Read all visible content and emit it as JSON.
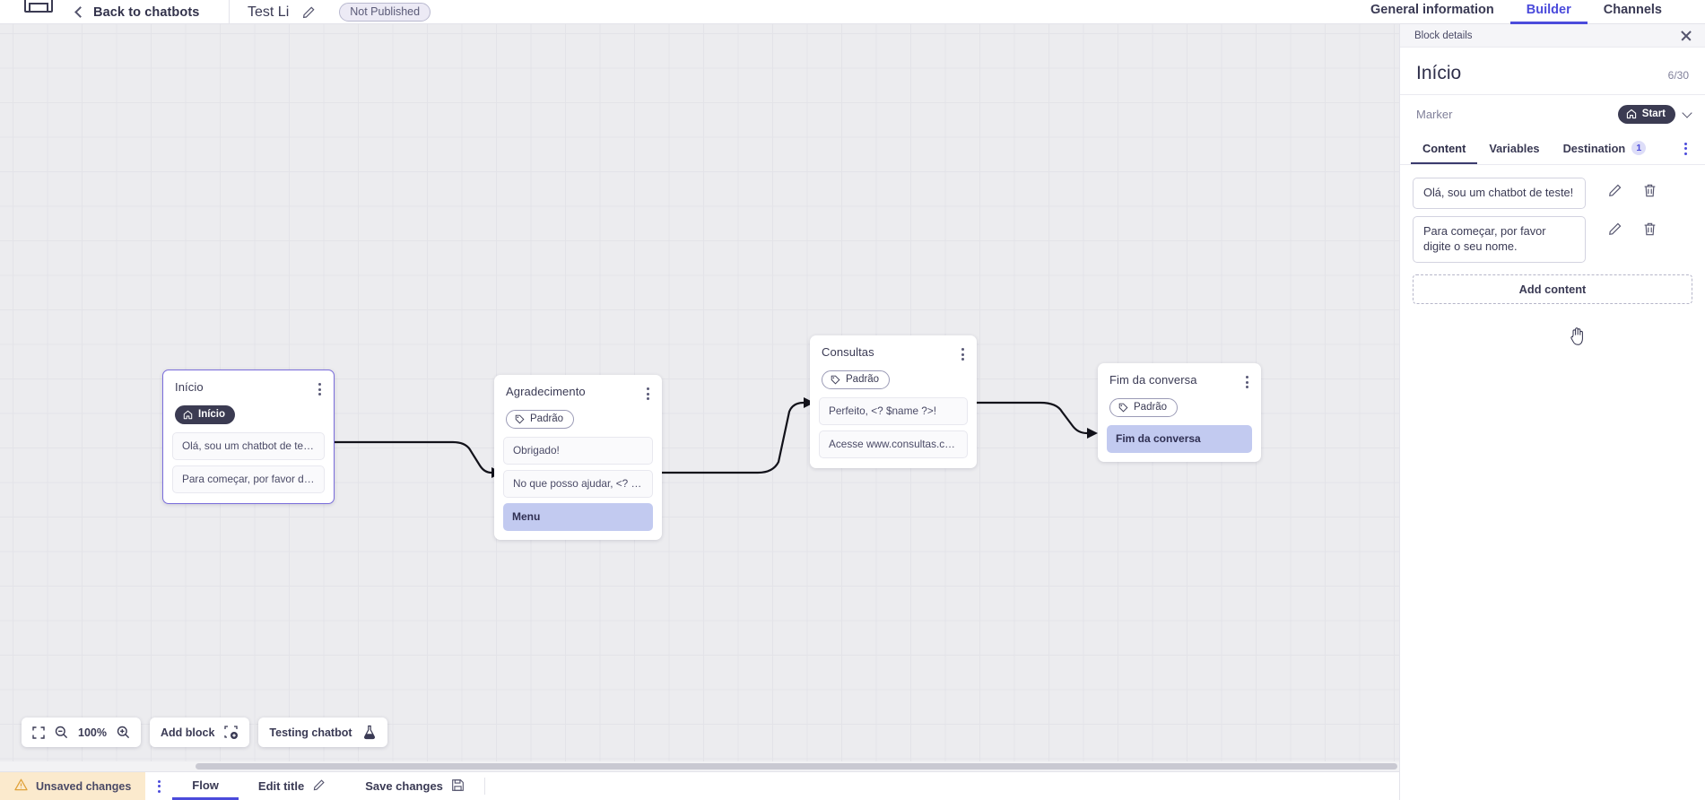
{
  "topbar": {
    "logo_icon": "app-logo-icon",
    "back_label": "Back to chatbots",
    "back_icon": "chevron-left-icon",
    "bot_title": "Test Li",
    "title_edit_icon": "pencil-icon",
    "publish_status": "Not Published",
    "tabs": [
      {
        "label": "General information",
        "active": false
      },
      {
        "label": "Builder",
        "active": true
      },
      {
        "label": "Channels",
        "active": false
      }
    ]
  },
  "canvas": {
    "zoom_level": "100%",
    "fit_icon": "fit-to-screen-icon",
    "zoom_out_icon": "zoom-out-icon",
    "zoom_in_icon": "zoom-in-icon",
    "add_block_label": "Add block",
    "add_block_icon": "add-block-icon",
    "testing_label": "Testing chatbot",
    "testing_icon": "flask-icon",
    "blocks": [
      {
        "title": "Início",
        "badge": {
          "label": "Início",
          "type": "start",
          "icon": "home-icon"
        },
        "messages": [
          "Olá, sou um chatbot de teste!",
          "Para começar, por favor digite o ..."
        ],
        "destination": null,
        "selected": true
      },
      {
        "title": "Agradecimento",
        "badge": {
          "label": "Padrão",
          "type": "default",
          "icon": "tag-icon"
        },
        "messages": [
          "Obrigado!",
          "No que posso ajudar, <? $name ..."
        ],
        "destination": "Menu",
        "selected": false
      },
      {
        "title": "Consultas",
        "badge": {
          "label": "Padrão",
          "type": "default",
          "icon": "tag-icon"
        },
        "messages": [
          "Perfeito, <? $name ?>!",
          "Acesse www.consultas.com par..."
        ],
        "destination": null,
        "selected": false
      },
      {
        "title": "Fim da conversa",
        "badge": {
          "label": "Padrão",
          "type": "default",
          "icon": "tag-icon"
        },
        "messages": [],
        "destination": "Fim da conversa",
        "selected": false
      }
    ]
  },
  "bottombar": {
    "unsaved_label": "Unsaved changes",
    "warning_icon": "warning-triangle-icon",
    "kebab_icon": "kebab-menu-icon",
    "flow_tab": "Flow",
    "edit_title_label": "Edit title",
    "edit_title_icon": "pencil-icon",
    "save_label": "Save changes",
    "save_icon": "floppy-disk-icon"
  },
  "panel": {
    "header_label": "Block details",
    "close_icon": "close-icon",
    "title": "Início",
    "char_count": "6/30",
    "marker_label": "Marker",
    "marker_value": "Start",
    "marker_icon": "home-icon",
    "marker_chevron": "chevron-down-icon",
    "tabs": [
      {
        "label": "Content",
        "badge": null,
        "active": true
      },
      {
        "label": "Variables",
        "badge": null,
        "active": false
      },
      {
        "label": "Destination",
        "badge": "1",
        "active": false
      }
    ],
    "tabs_kebab": "kebab-menu-icon",
    "contents": [
      {
        "text": "Olá, sou um chatbot de teste!",
        "edit_icon": "pencil-icon",
        "delete_icon": "trash-icon"
      },
      {
        "text": "Para começar, por favor digite o seu nome.",
        "edit_icon": "pencil-icon",
        "delete_icon": "trash-icon"
      }
    ],
    "add_content_label": "Add content"
  },
  "colors": {
    "accent": "#4b4bdb",
    "canvas_bg": "#ececef",
    "dest_row": "#c2caf0",
    "badge_dark": "#3b3b52",
    "warning_bg": "#fbeacd"
  }
}
